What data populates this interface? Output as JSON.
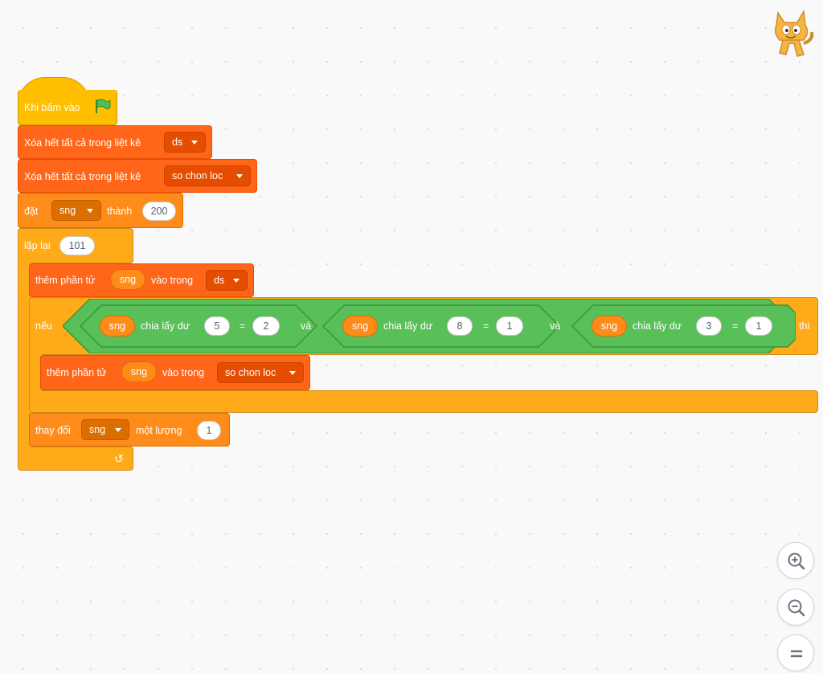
{
  "script": {
    "hat": {
      "label": "Khi bấm vào",
      "icon": "green-flag-icon"
    },
    "clear_list_1": {
      "label": "Xóa hết tất cả trong liệt kê",
      "list": "ds"
    },
    "clear_list_2": {
      "label": "Xóa hết tất cả trong liệt kê",
      "list": "so chon loc"
    },
    "set_var": {
      "label_set": "đặt",
      "variable": "sng",
      "label_to": "thành",
      "value": "200"
    },
    "repeat": {
      "label": "lặp lại",
      "times": "101"
    },
    "add_to_list_1": {
      "label_add": "thêm phần tử",
      "item": "sng",
      "label_into": "vào trong",
      "list": "ds"
    },
    "if_block": {
      "label_if": "nếu",
      "label_then": "thì",
      "conditions": [
        {
          "variable": "sng",
          "label_mod": "chia lấy dư",
          "divisor": "5",
          "equals": "=",
          "result": "2"
        },
        {
          "variable": "sng",
          "label_mod": "chia lấy dư",
          "divisor": "8",
          "equals": "=",
          "result": "1"
        },
        {
          "variable": "sng",
          "label_mod": "chia lấy dư",
          "divisor": "3",
          "equals": "=",
          "result": "1"
        }
      ],
      "and_1": "và",
      "and_2": "và"
    },
    "add_to_list_2": {
      "label_add": "thêm phần tử",
      "item": "sng",
      "label_into": "vào trong",
      "list": "so chon loc"
    },
    "change_var": {
      "label_change": "thay đổi",
      "variable": "sng",
      "label_by": "một lượng",
      "value": "1"
    },
    "loop_arrow": "↺"
  },
  "sprite": {
    "icon": "scratch-cat-icon"
  },
  "zoom_controls": {
    "zoom_in_icon": "zoom-in-icon",
    "zoom_out_icon": "zoom-out-icon",
    "reset_icon": "zoom-reset-icon"
  },
  "colors": {
    "events": "#ffbf00",
    "control": "#ffab19",
    "lists": "#ff661a",
    "variables": "#ff8c1a",
    "operators": "#59c059"
  }
}
